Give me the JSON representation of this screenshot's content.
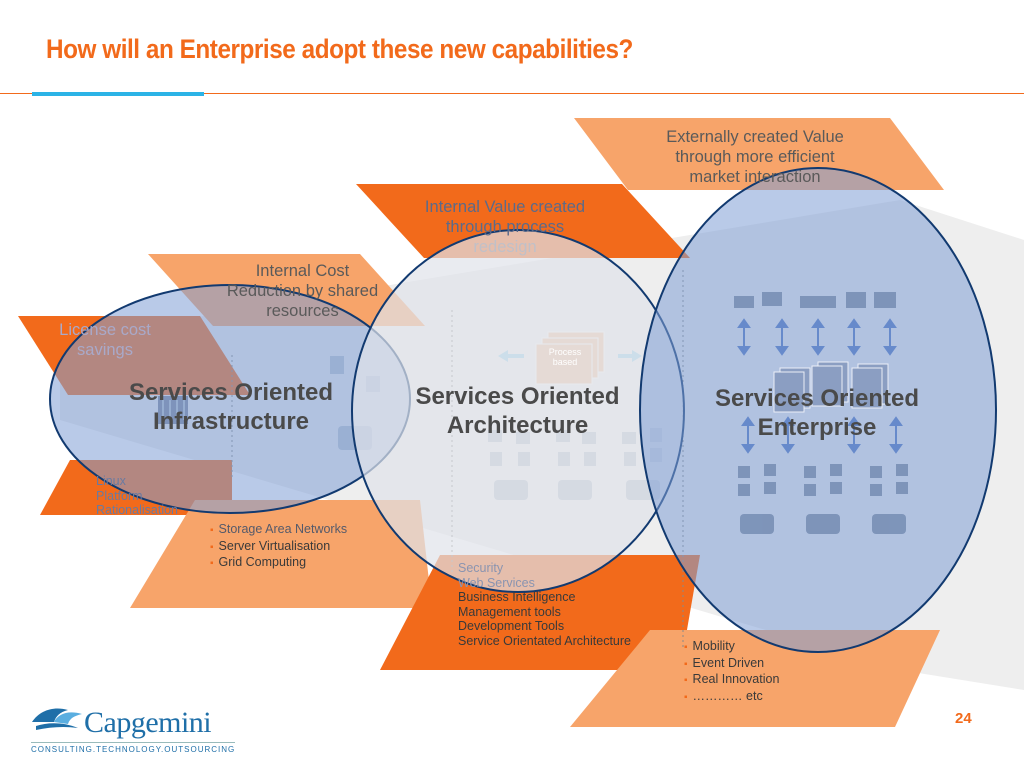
{
  "title": "How will an Enterprise adopt these new capabilities?",
  "page_number": "24",
  "logo": {
    "wordmark": "Capgemini",
    "tagline": "CONSULTING.TECHNOLOGY.OUTSOURCING"
  },
  "value_labels": {
    "license": [
      "License cost",
      "savings"
    ],
    "internal_cost": [
      "Internal Cost",
      "Reduction by shared",
      "resources"
    ],
    "internal_value": [
      "Internal Value created",
      "through process",
      "redesign"
    ],
    "external_value": [
      "Externally created Value",
      "through more efficient",
      "market interaction"
    ]
  },
  "circles": {
    "infrastructure": [
      "Services Oriented",
      "Infrastructure"
    ],
    "architecture": [
      "Services Oriented",
      "Architecture"
    ],
    "enterprise": [
      "Services Oriented",
      "Enterprise"
    ]
  },
  "capabilities": {
    "step1": [
      "Linux",
      "Platform",
      "Rationalisation"
    ],
    "step2": [
      "Storage Area Networks",
      "Server Virtualisation",
      "Grid Computing"
    ],
    "step3": [
      "Security",
      "Web Services",
      "Business Intelligence",
      "Management tools",
      "Development Tools",
      "Service Orientated Architecture"
    ],
    "step4": [
      "Mobility",
      "Event Driven",
      "Real Innovation",
      "………… etc"
    ]
  },
  "diagram_text": {
    "process_box": [
      "Process",
      "based"
    ]
  },
  "colors": {
    "orange_dark": "#f26a1b",
    "orange_light": "#f7a46a",
    "circle_fill": "#7f9fd6",
    "circle_stroke": "#123a70",
    "title": "#f26a1b",
    "accent_blue": "#2bb3e6"
  }
}
